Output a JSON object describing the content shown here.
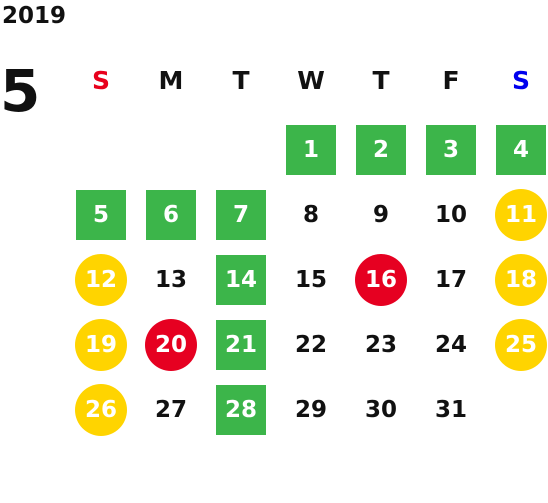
{
  "calendar": {
    "year": "2019",
    "month": "5",
    "weekdays": [
      "S",
      "M",
      "T",
      "W",
      "T",
      "F",
      "S"
    ],
    "colors": {
      "text": "#111111",
      "sunday": "#e8001c",
      "saturday": "#0000ee",
      "square": "#3cb54a",
      "yellow_circle": "#ffd400",
      "red_circle": "#e60021"
    },
    "weeks": [
      [
        {
          "day": "",
          "mark": "none"
        },
        {
          "day": "",
          "mark": "none"
        },
        {
          "day": "",
          "mark": "none"
        },
        {
          "day": "1",
          "mark": "green-square"
        },
        {
          "day": "2",
          "mark": "green-square"
        },
        {
          "day": "3",
          "mark": "green-square"
        },
        {
          "day": "4",
          "mark": "green-square"
        }
      ],
      [
        {
          "day": "5",
          "mark": "green-square"
        },
        {
          "day": "6",
          "mark": "green-square"
        },
        {
          "day": "7",
          "mark": "green-square"
        },
        {
          "day": "8",
          "mark": "none"
        },
        {
          "day": "9",
          "mark": "none"
        },
        {
          "day": "10",
          "mark": "none"
        },
        {
          "day": "11",
          "mark": "yellow-circle"
        }
      ],
      [
        {
          "day": "12",
          "mark": "yellow-circle"
        },
        {
          "day": "13",
          "mark": "none"
        },
        {
          "day": "14",
          "mark": "green-square"
        },
        {
          "day": "15",
          "mark": "none"
        },
        {
          "day": "16",
          "mark": "red-circle"
        },
        {
          "day": "17",
          "mark": "none"
        },
        {
          "day": "18",
          "mark": "yellow-circle"
        }
      ],
      [
        {
          "day": "19",
          "mark": "yellow-circle"
        },
        {
          "day": "20",
          "mark": "red-circle"
        },
        {
          "day": "21",
          "mark": "green-square"
        },
        {
          "day": "22",
          "mark": "none"
        },
        {
          "day": "23",
          "mark": "none"
        },
        {
          "day": "24",
          "mark": "none"
        },
        {
          "day": "25",
          "mark": "yellow-circle"
        }
      ],
      [
        {
          "day": "26",
          "mark": "yellow-circle"
        },
        {
          "day": "27",
          "mark": "none"
        },
        {
          "day": "28",
          "mark": "green-square"
        },
        {
          "day": "29",
          "mark": "none"
        },
        {
          "day": "30",
          "mark": "none"
        },
        {
          "day": "31",
          "mark": "none"
        },
        {
          "day": "",
          "mark": "none"
        }
      ]
    ]
  }
}
